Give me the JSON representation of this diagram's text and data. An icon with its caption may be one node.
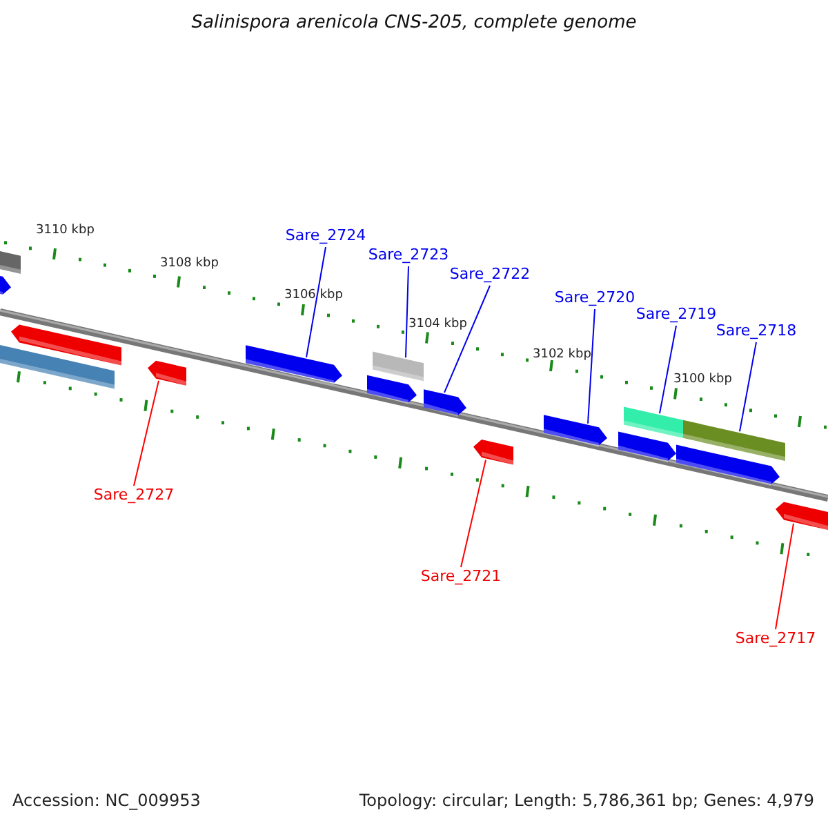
{
  "diagram": {
    "title": "Salinispora arenicola CNS-205, complete genome",
    "nodes": [
      {
        "text": [
          "Sare_2724"
        ]
      },
      {
        "text": [
          "Sare_2723"
        ]
      },
      {
        "text": [
          "Sare_2722"
        ]
      },
      {
        "text": [
          "Sare_2720"
        ]
      },
      {
        "text": [
          "Sare_2719"
        ]
      },
      {
        "text": [
          "Sare_2718"
        ]
      },
      {
        "text": [
          "Sare_2727"
        ]
      },
      {
        "text": [
          "Sare_2721"
        ]
      },
      {
        "text": [
          "Sare_2717"
        ]
      },
      {
        "text": [],
        "shape": "arrow"
      },
      {
        "text": [],
        "shape": "box"
      },
      {
        "text": [],
        "shape": "arrow"
      },
      {
        "text": [],
        "shape": "arrow"
      },
      {
        "text": [],
        "shape": "box"
      },
      {
        "text": [],
        "shape": "box"
      },
      {
        "text": [],
        "shape": "arrow"
      },
      {
        "text": [],
        "shape": "arrow"
      },
      {
        "text": [],
        "shape": "arrow"
      }
    ],
    "edges": [
      {
        "from": 0,
        "to": 9,
        "arrow": "none"
      },
      {
        "from": 1,
        "to": 10,
        "arrow": "none"
      },
      {
        "from": 2,
        "to": 11,
        "arrow": "none"
      },
      {
        "from": 3,
        "to": 12,
        "arrow": "none"
      },
      {
        "from": 4,
        "to": 13,
        "arrow": "none"
      },
      {
        "from": 5,
        "to": 14,
        "arrow": "none"
      },
      {
        "from": 6,
        "to": 15,
        "arrow": "none",
        "color": "#ff0000"
      },
      {
        "from": 7,
        "to": 16,
        "arrow": "none",
        "color": "#ff0000"
      },
      {
        "from": 8,
        "to": 17,
        "arrow": "none",
        "color": "#ff0000"
      }
    ],
    "labels": [
      "3110 kbp",
      "3108 kbp",
      "3106 kbp",
      "3104 kbp",
      "3102 kbp",
      "3100 kbp",
      "Accession: NC_009953",
      "Topology: circular; Length: 5,786,361 bp; Genes: 4,979"
    ]
  }
}
